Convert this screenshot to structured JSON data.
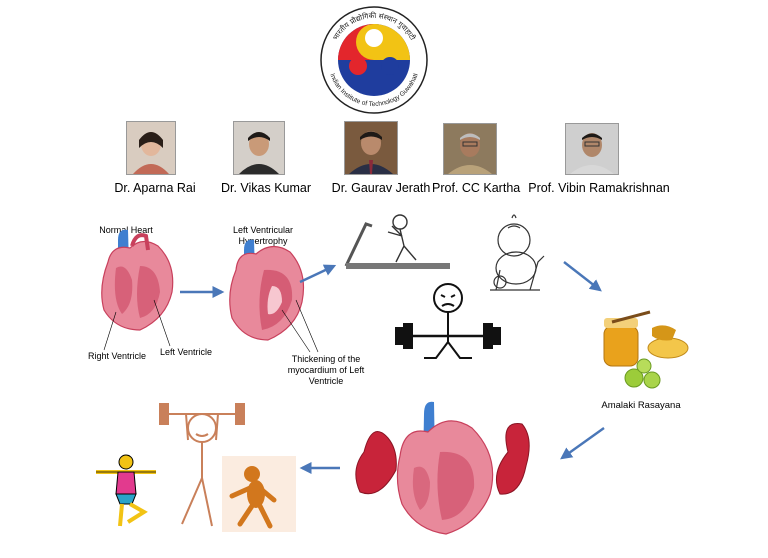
{
  "logo": {
    "devanagari_ring": "भारतीय प्रौद्योगिकी संस्थान गुवाहाटी",
    "english_ring": "Indian Institute of Technology Guwahati"
  },
  "people": [
    {
      "name": "Dr. Aparna Rai",
      "shirt": "#c26a57",
      "skin": "#e2b79c",
      "bg": "#d9ccc0"
    },
    {
      "name": "Dr. Vikas Kumar",
      "shirt": "#2b2b2b",
      "skin": "#c99a78",
      "bg": "#d4cfc9"
    },
    {
      "name": "Dr. Gaurav Jerath",
      "shirt": "#2a2f45",
      "skin": "#b98a6c",
      "bg": "#7a5a3e"
    },
    {
      "name": "Prof. CC Kartha",
      "shirt": "#b9a27a",
      "skin": "#a87b5e",
      "bg": "#8d7a5e"
    },
    {
      "name": "Prof. Vibin Ramakrishnan",
      "shirt": "#d8d8d8",
      "skin": "#b0876a",
      "bg": "#cfcfcf"
    }
  ],
  "diagram": {
    "normal_heart_title": "Normal Heart",
    "lvh_title": "Left Ventricular Hypertrophy",
    "right_ventricle": "Right Ventricle",
    "left_ventricle": "Left Ventricle",
    "thickening": "Thickening of the myocardium of Left Ventricle",
    "amalaki": "Amalaki Rasayana"
  },
  "colors": {
    "arrow": "#4a77b8",
    "heart_pink": "#e8899b",
    "heart_dark": "#c8405c",
    "aorta_blue": "#3f7fd0",
    "muscle_red": "#c8243a"
  }
}
